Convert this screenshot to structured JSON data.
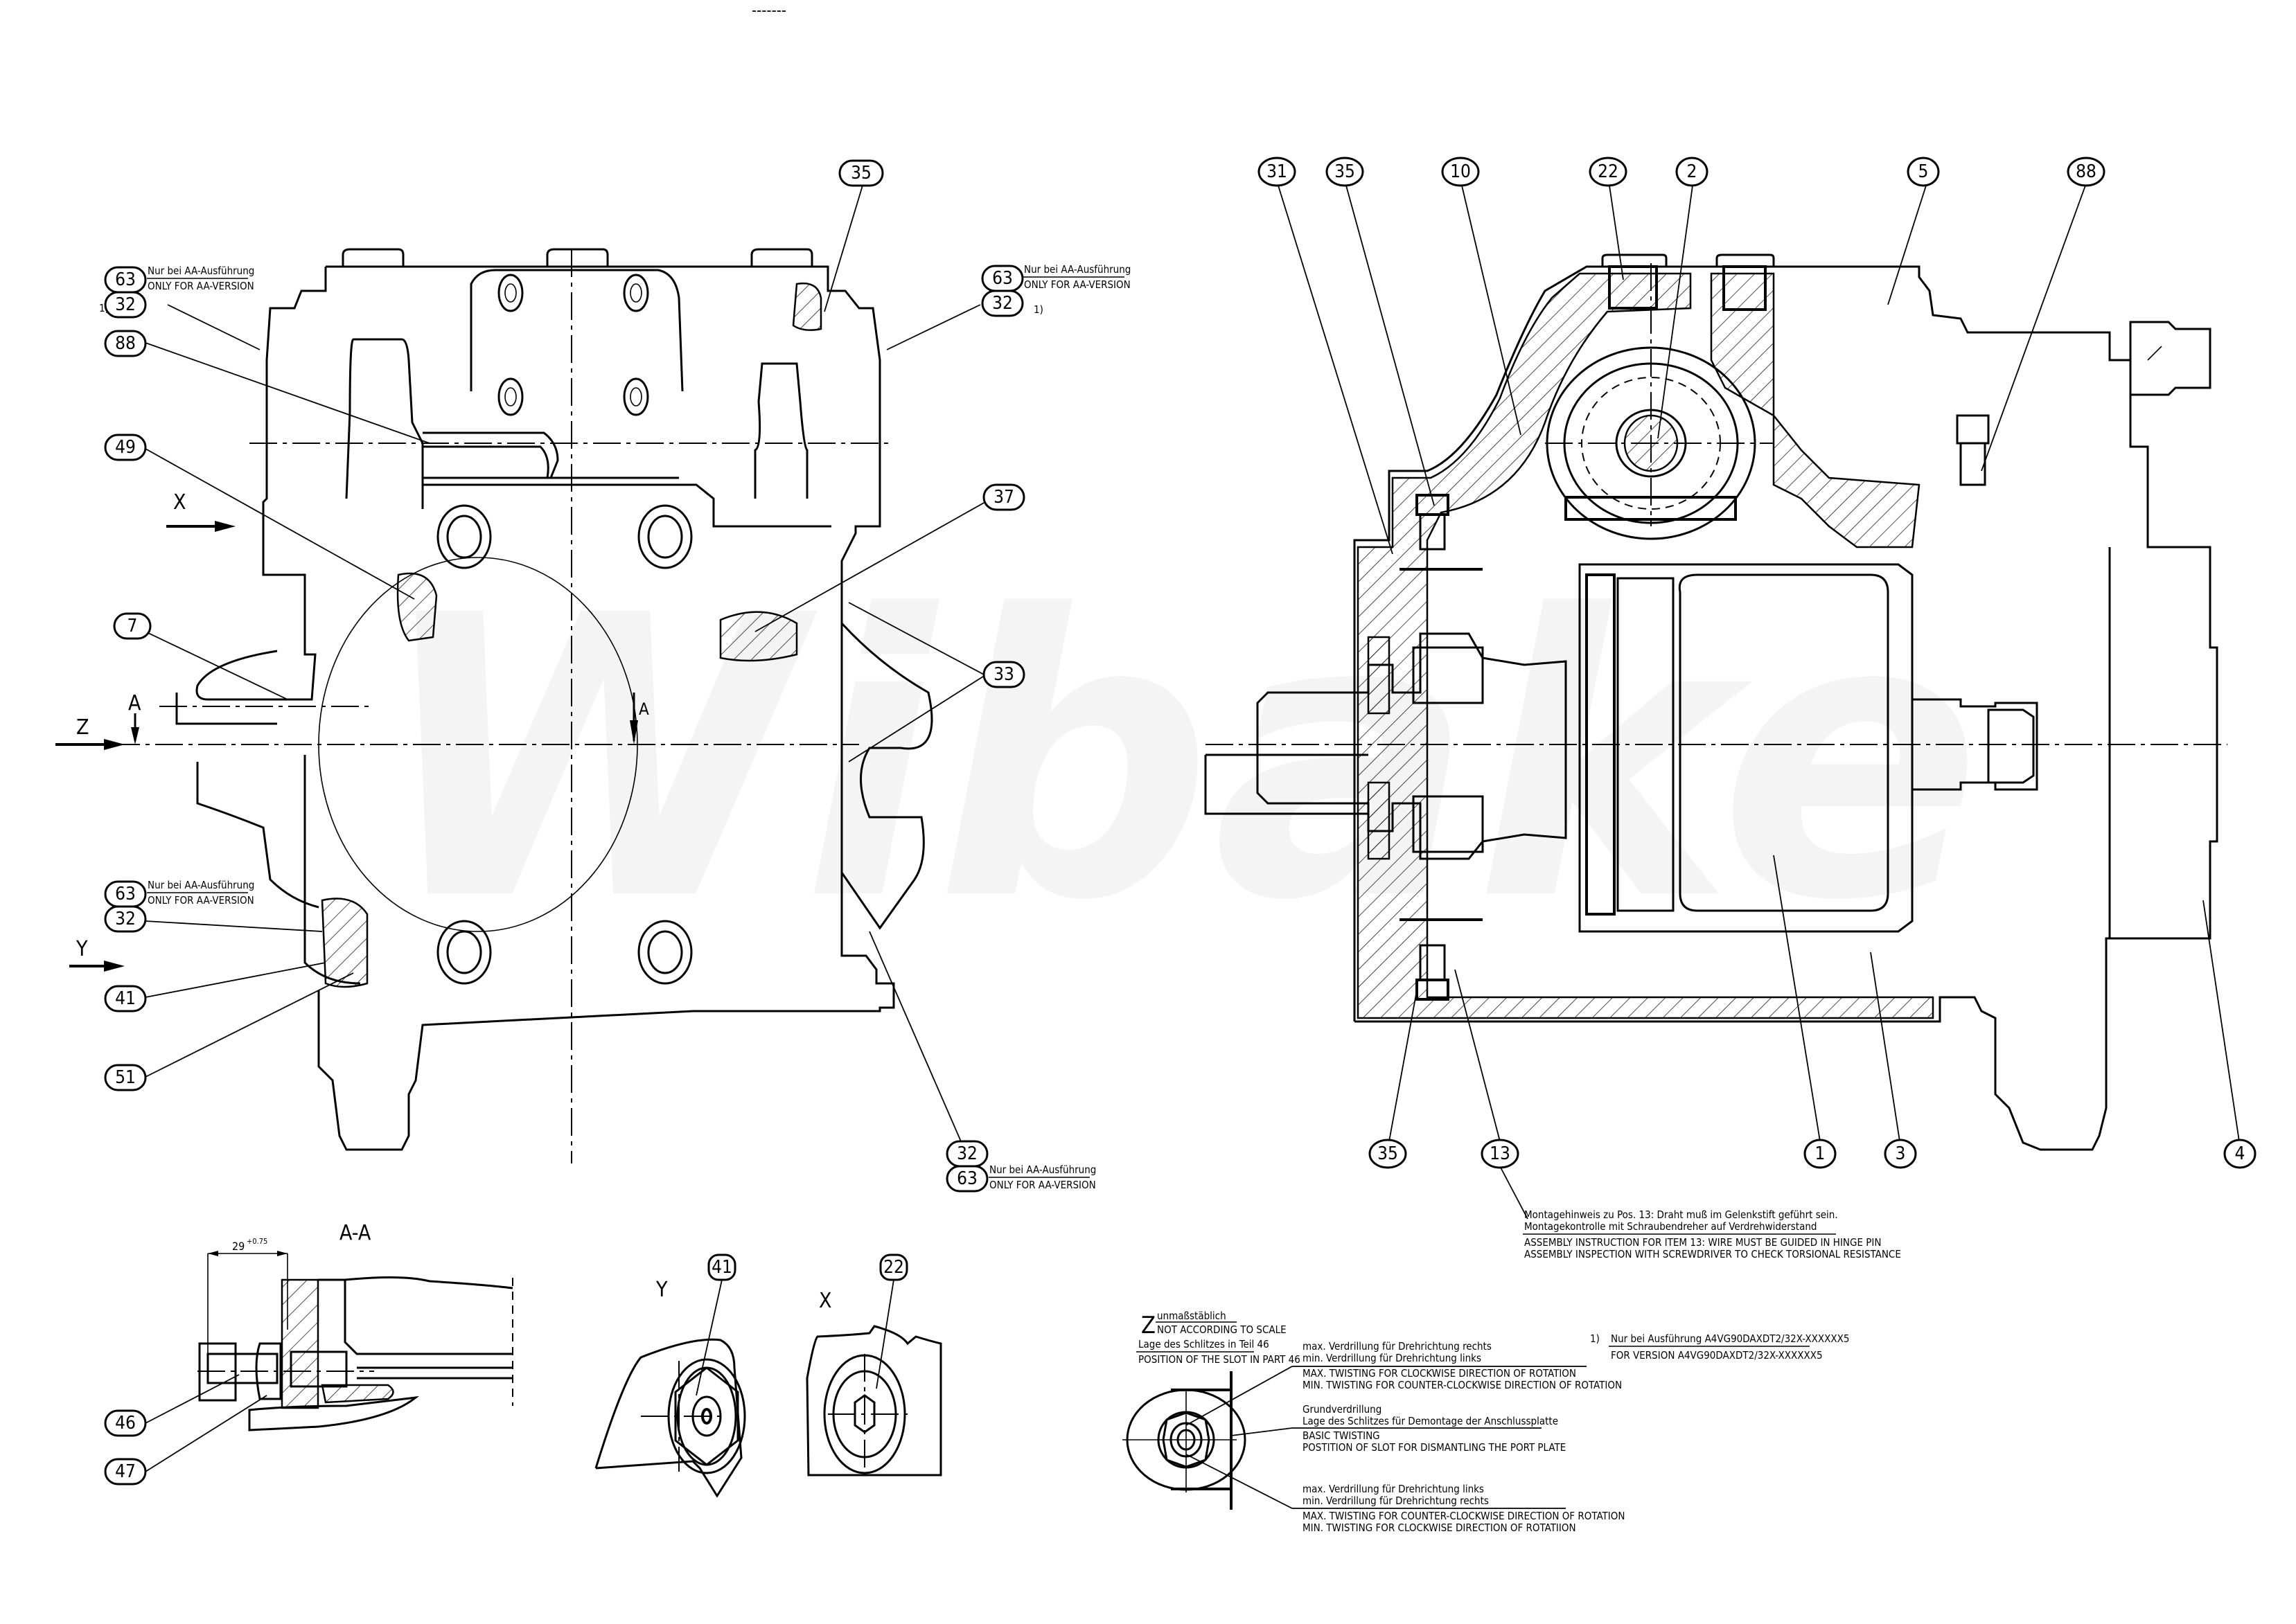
{
  "drawing": {
    "watermark": "Wibake",
    "top_marker": "-------",
    "left_view": {
      "balloons": [
        "35",
        "63",
        "32",
        "88",
        "49",
        "7",
        "37",
        "33",
        "63",
        "32",
        "41",
        "51",
        "32",
        "63"
      ],
      "view_arrows": {
        "x": "X",
        "z": "Z",
        "y": "Y",
        "a1": "A",
        "a2": "A"
      },
      "footnote_mark": "1)"
    },
    "right_view": {
      "balloons_top": [
        "31",
        "35",
        "10",
        "22",
        "2",
        "5",
        "88"
      ],
      "balloons_bottom": [
        "35",
        "13",
        "1",
        "3",
        "4"
      ]
    },
    "aa_notes": {
      "de": "Nur bei AA-Ausführung",
      "en": "ONLY FOR AA-VERSION"
    },
    "assembly_note": {
      "de_line1": "Montagehinweis zu Pos. 13: Draht muß im Gelenkstift geführt sein.",
      "de_line2": "Montagekontrolle mit Schraubendreher auf Verdrehwiderstand",
      "en_line1": "ASSEMBLY INSTRUCTION FOR ITEM 13: WIRE MUST BE GUIDED IN HINGE PIN",
      "en_line2": "ASSEMBLY INSPECTION WITH SCREWDRIVER TO CHECK TORSIONAL RESISTANCE"
    },
    "section_aa": {
      "title": "A-A",
      "dimension": "29",
      "tolerance": "+0.75",
      "balloons": [
        "46",
        "47"
      ]
    },
    "view_y": {
      "title": "Y",
      "balloon": "41"
    },
    "view_x": {
      "title": "X",
      "balloon": "22"
    },
    "view_z": {
      "title": "Z",
      "scale_de": "unmaßstäblich",
      "scale_en": "NOT ACCORDING TO SCALE",
      "slot_de": "Lage des Schlitzes in Teil 46",
      "slot_en": "POSITION OF THE SLOT IN PART 46",
      "twist1_de1": "max. Verdrillung für Drehrichtung rechts",
      "twist1_de2": "min. Verdrillung für Drehrichtung links",
      "twist1_en1": "MAX. TWISTING FOR CLOCKWISE DIRECTION OF ROTATION",
      "twist1_en2": "MIN. TWISTING FOR COUNTER-CLOCKWISE DIRECTION OF ROTATION",
      "basic_de1": "Grundverdrillung",
      "basic_de2": "Lage des Schlitzes für Demontage der Anschlussplatte",
      "basic_en1": "BASIC TWISTING",
      "basic_en2": "POSTITION OF SLOT FOR DISMANTLING THE PORT PLATE",
      "twist2_de1": "max. Verdrillung für Drehrichtung links",
      "twist2_de2": "min. Verdrillung für Drehrichtung rechts",
      "twist2_en1": "MAX. TWISTING FOR COUNTER-CLOCKWISE DIRECTION OF ROTATION",
      "twist2_en2": "MIN. TWISTING FOR CLOCKWISE DIRECTION OF ROTATIION"
    },
    "footnote": {
      "mark": "1)",
      "de": "Nur bei Ausführung A4VG90DAXDT2/32X-XXXXXX5",
      "en": "FOR VERSION A4VG90DAXDT2/32X-XXXXXX5"
    }
  }
}
